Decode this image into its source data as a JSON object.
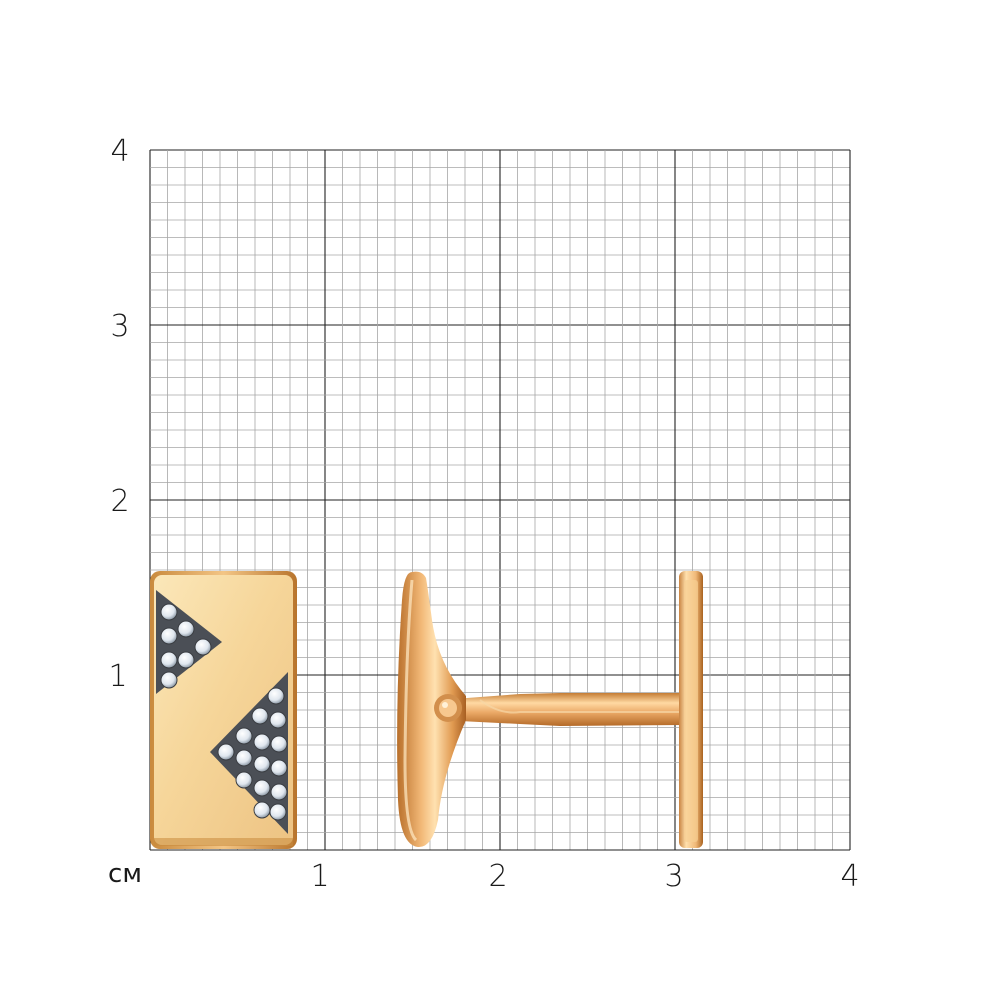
{
  "scale": {
    "unit": "см",
    "x_ticks": [
      "1",
      "2",
      "3",
      "4"
    ],
    "y_ticks": [
      "4",
      "3",
      "2",
      "1"
    ]
  },
  "product": {
    "type": "cufflink",
    "metal_color": "#e8b06a",
    "stone_color": "#dfe6ee"
  }
}
